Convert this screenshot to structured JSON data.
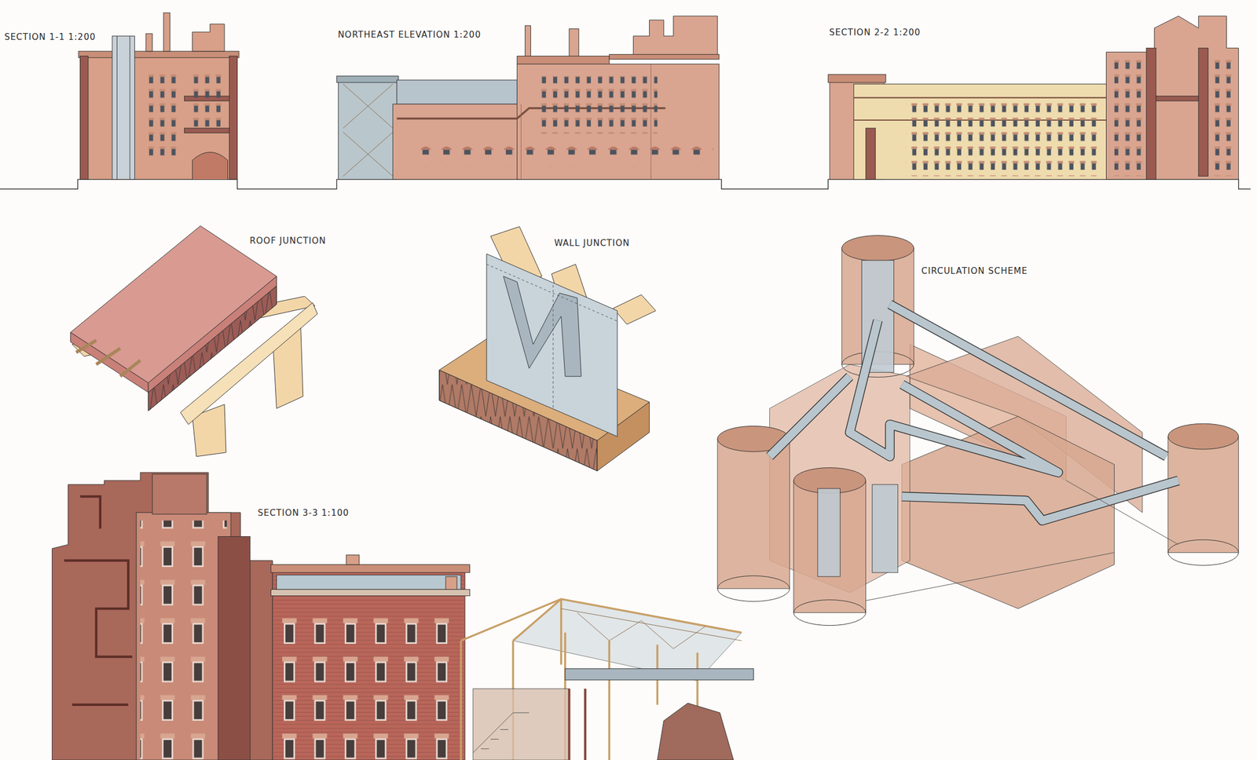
{
  "diagram": {
    "labels": [
      "SECTION 1-1 1:200",
      "NORTHEAST ELEVATION 1:200",
      "SECTION 2-2 1:200",
      "ROOF JUNCTION",
      "WALL JUNCTION",
      "CIRCULATION SCHEME",
      "SECTION 3-3 1:100"
    ]
  }
}
